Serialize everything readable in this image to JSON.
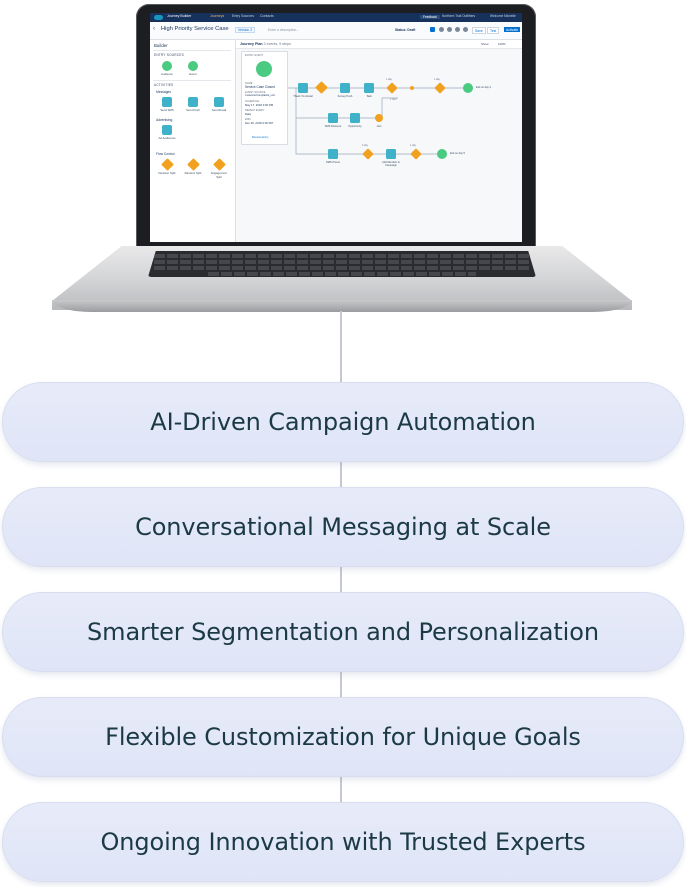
{
  "laptop": {
    "app_name": "Journey Builder",
    "nav_tabs": [
      "Journeys",
      "Entry Sources",
      "Contacts"
    ],
    "feedback_label": "Feedback",
    "user_label": "Northern Trail Outfitters",
    "welcome_label": "Welcome Michelle",
    "journey_title": "High Priority Service Case",
    "version_label": "Version 2",
    "description_placeholder": "Enter a description...",
    "status_label": "Status: Draft",
    "save_label": "Save",
    "test_label": "Test",
    "activate_label": "Activate",
    "sidebar": {
      "title": "Builder",
      "entry_sources_label": "ENTRY SOURCES",
      "entry_items": [
        "Audience",
        "Event"
      ],
      "activities_label": "ACTIVITIES",
      "messages_label": "Messages",
      "message_items": [
        "Send SMS",
        "Send Push",
        "Send Email"
      ],
      "advertising_label": "Advertising",
      "advertising_items": [
        "Ad Audiences"
      ],
      "flow_control_label": "Flow Control",
      "flow_items": [
        "Decision Split",
        "Random Split",
        "Engagement Split"
      ]
    },
    "canvas": {
      "plan_title": "Journey Plan",
      "plan_sub": "3 events, 9 steps",
      "zoom_label": "Show",
      "zoom_value": "100%",
      "entry_card": {
        "header": "ENTRY EVENT",
        "name_label": "NAME",
        "name_value": "Service Case Closed",
        "source_label": "EVENT SOURCE",
        "source_value": "CustomerComplaints_List",
        "schedule_label": "SCHEDULE",
        "schedule_value": "May 17, 2018 3:00 PM",
        "repeat_label": "REPEAT EVERY",
        "repeat_value": "Daily",
        "end_label": "END",
        "end_value": "Dec 26, 2018 3:00 PM",
        "button_label": "Remove Entry"
      },
      "nodes": [
        "Thank You Email",
        "Survey Push",
        "Task",
        "Exit on day 3",
        "SMS Discount",
        "Opportunity",
        "Join",
        "SMS Promo",
        "Add Member to Campaign",
        "Exit on day 5"
      ],
      "waits": [
        "1 day",
        "1 day",
        "1 over",
        "3 day",
        "1 day"
      ]
    }
  },
  "cards": [
    "AI-Driven Campaign Automation",
    "Conversational Messaging at Scale",
    "Smarter Segmentation and Personalization",
    "Flexible Customization for Unique Goals",
    "Ongoing Innovation with Trusted Experts"
  ],
  "colors": {
    "card_background": "#e3e8f8",
    "card_text": "#1c3a44",
    "connector": "#c5c9d1",
    "sf_header": "#16325c",
    "accent_blue": "#0070d2",
    "node_green": "#4bca81",
    "node_teal": "#3fb1c8",
    "node_orange": "#f2a11f"
  }
}
